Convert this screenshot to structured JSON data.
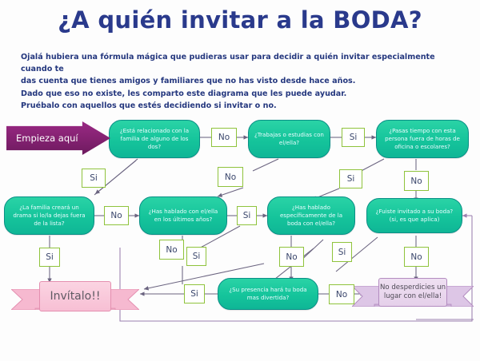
{
  "header": {
    "title": "¿A quién invitar a la BODA?",
    "intro_lines": [
      "Ojalá hubiera una fórmula mágica que pudieras usar para decidir a quién invitar especialmente cuando te",
      "das cuenta que tienes amigos y familiares que no has visto desde hace años.",
      "Dado que eso no existe, les comparto este diagrama que les puede ayudar.",
      "Pruébalo con aquellos que estés decidiendo si invitar o no."
    ]
  },
  "colors": {
    "title_blue": "#2a3a8c",
    "node_teal": "#15c49b",
    "node_border": "#0a8f86",
    "chip_green": "#8fc33c",
    "start_purple": "#80206e",
    "ribbon_pink": "#f7bfd4",
    "ribbon_violet": "#e5d0ea",
    "connector_gray": "#6b6480"
  },
  "start": {
    "label": "Empieza aquí"
  },
  "nodes": [
    {
      "id": "familia",
      "text": "¿Está relacionado con la familia de alguno de los dos?"
    },
    {
      "id": "trabajas",
      "text": "¿Trabajas o estudias con el/ella?"
    },
    {
      "id": "pasas",
      "text": "¿Pasas tiempo con esta persona fuera de horas de oficina o escolares?"
    },
    {
      "id": "drama",
      "text": "¿La familia creará un drama si lo/la dejas fuera de la lista?"
    },
    {
      "id": "hablado",
      "text": "¿Has hablado con el/ella en los últimos años?"
    },
    {
      "id": "especifico",
      "text": "¿Has hablado específicamente de la boda con el/ella?"
    },
    {
      "id": "invitado",
      "text": "¿Fuiste invitado a su boda? (si, es que aplica)"
    },
    {
      "id": "presencia",
      "text": "¿Su presencia hará tu boda mas divertida?"
    }
  ],
  "outcomes": [
    {
      "id": "invitalo",
      "text": "Invítalo!!"
    },
    {
      "id": "nodesperd",
      "line1": "No desperdicies un",
      "line2": "lugar con el/ella!"
    }
  ],
  "edge_labels": {
    "yes": "Si",
    "no": "No",
    "items": [
      {
        "id": "e1",
        "text": "No"
      },
      {
        "id": "e2",
        "text": "Si"
      },
      {
        "id": "e3",
        "text": "No"
      },
      {
        "id": "e4",
        "text": "Si"
      },
      {
        "id": "e5",
        "text": "Si"
      },
      {
        "id": "e6",
        "text": "No"
      },
      {
        "id": "e7",
        "text": "No"
      },
      {
        "id": "e8",
        "text": "Si"
      },
      {
        "id": "e9",
        "text": "Si"
      },
      {
        "id": "e10",
        "text": "Si"
      },
      {
        "id": "e11",
        "text": "No"
      },
      {
        "id": "e12",
        "text": "Si"
      },
      {
        "id": "e13",
        "text": "No"
      },
      {
        "id": "e14",
        "text": "No"
      },
      {
        "id": "e15",
        "text": "Si"
      },
      {
        "id": "e16",
        "text": "No"
      }
    ]
  }
}
